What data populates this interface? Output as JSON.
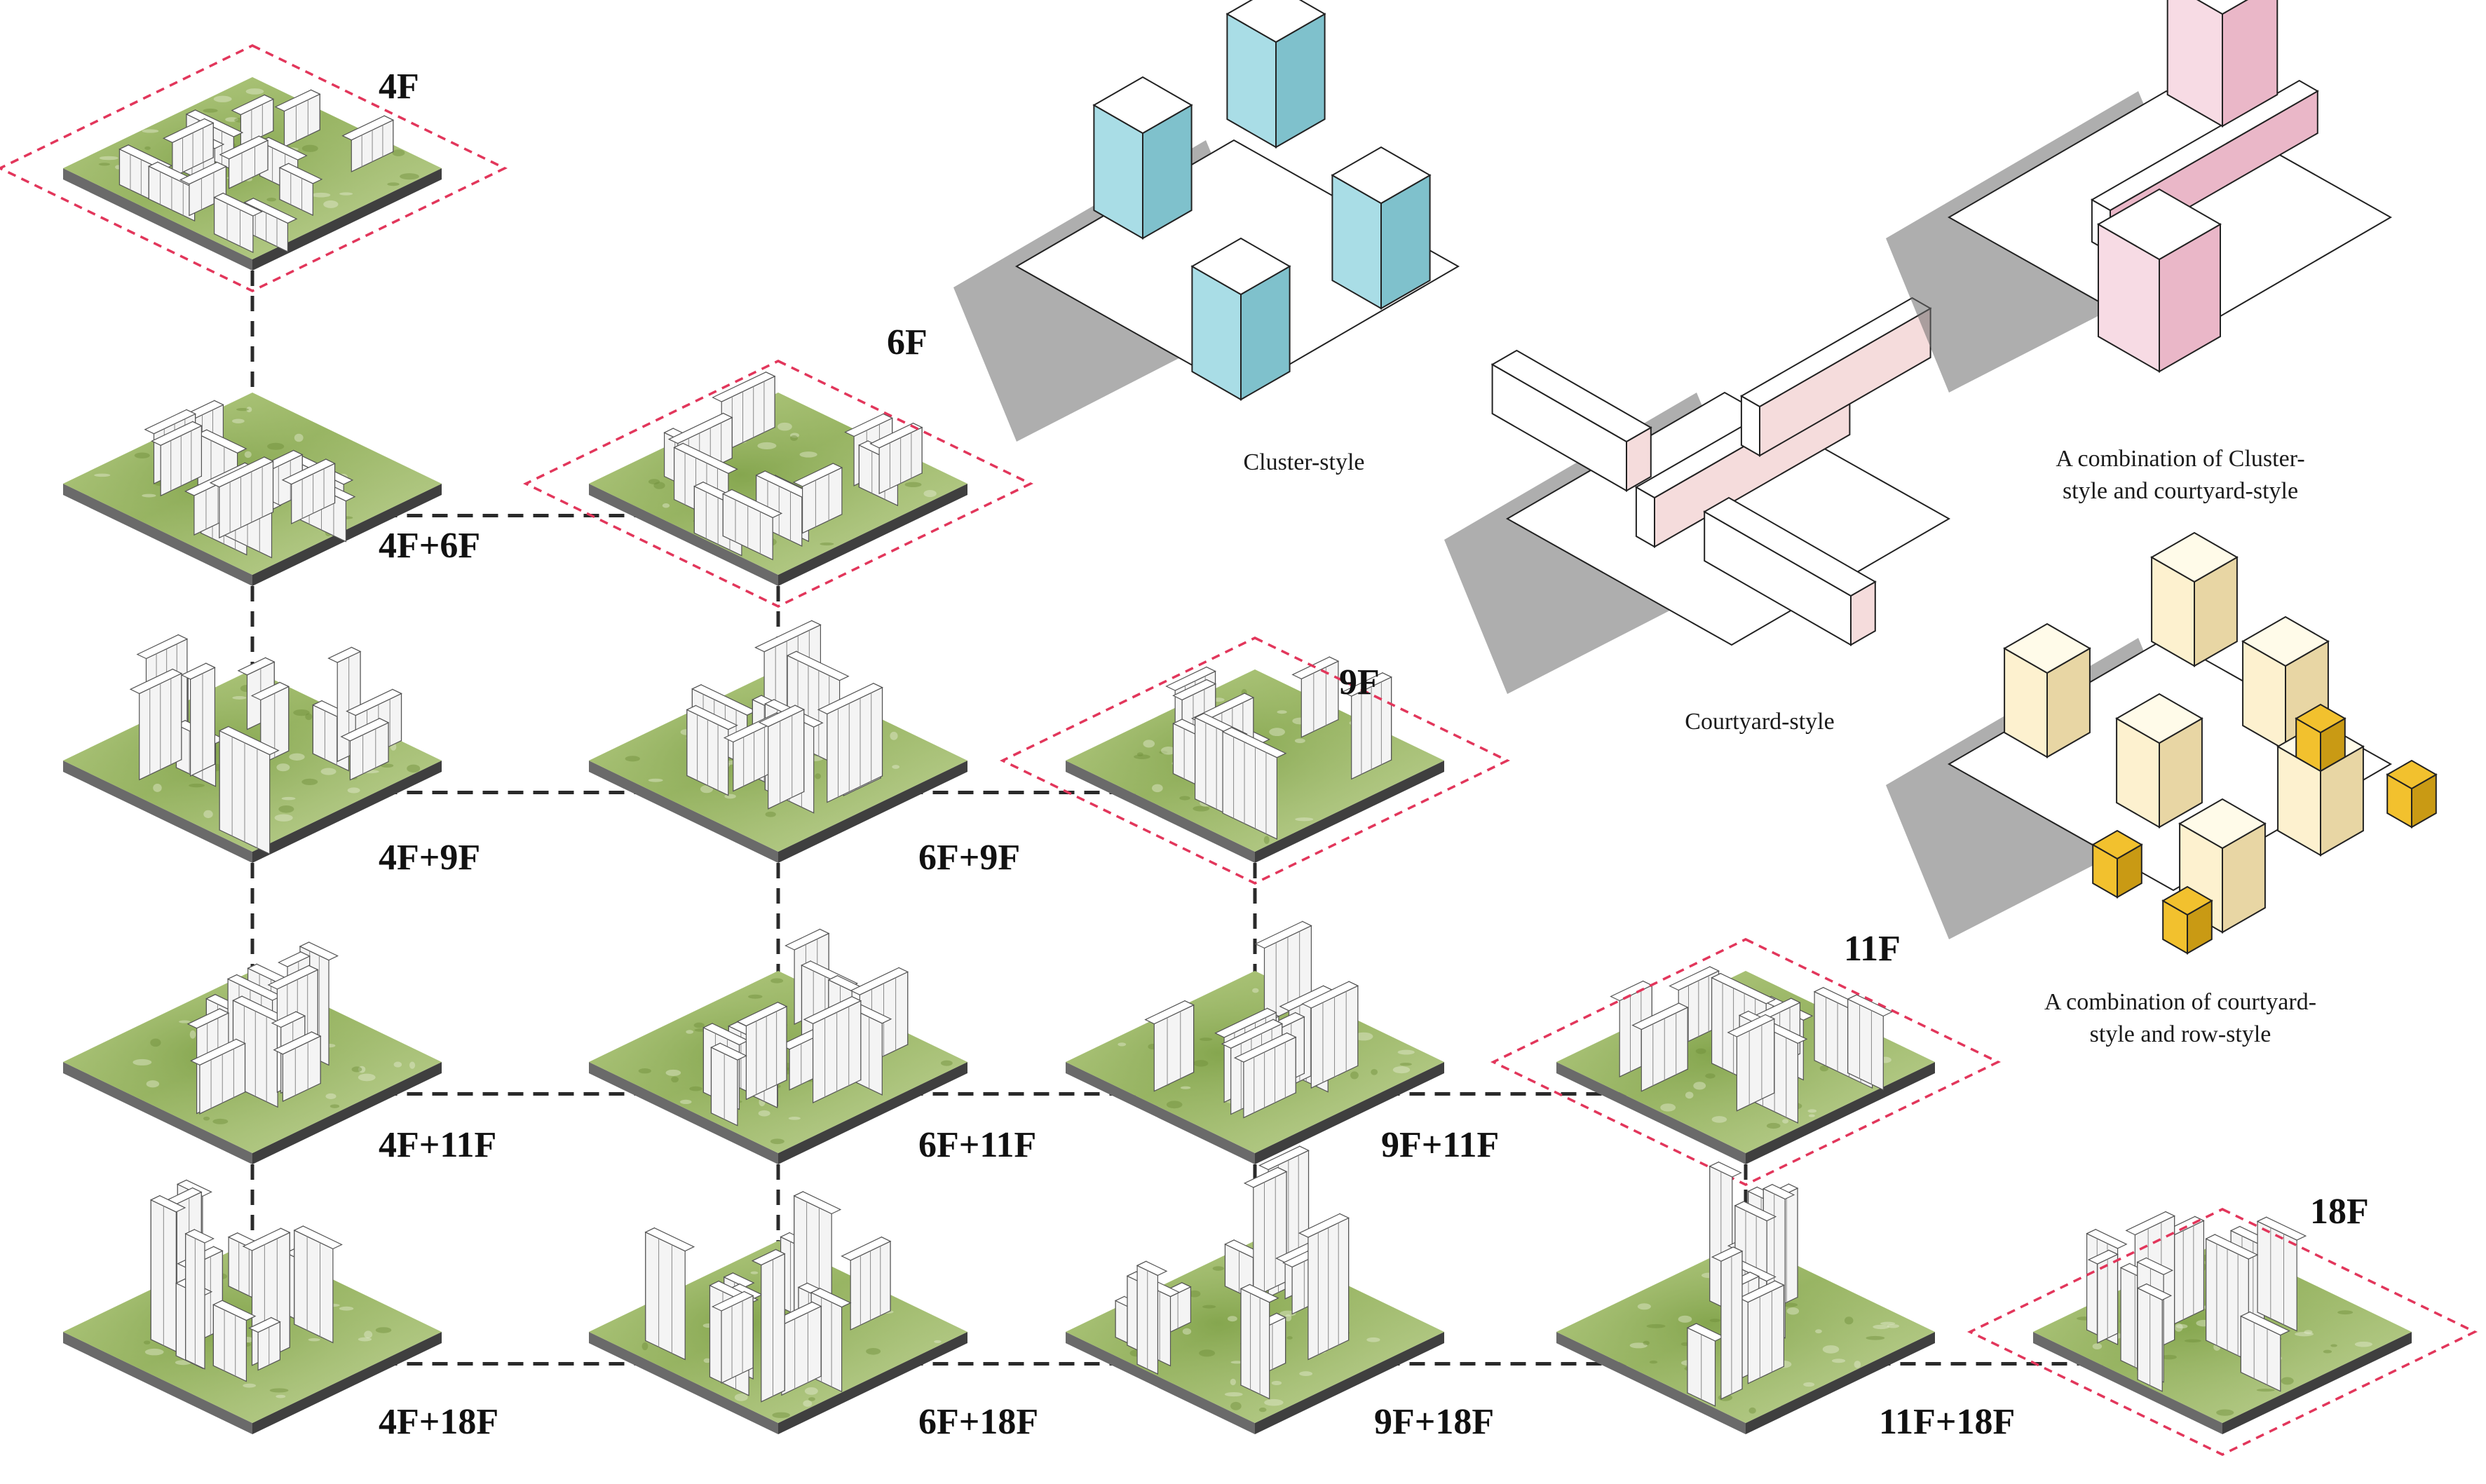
{
  "tiles": [
    {
      "label": "4F",
      "highlighted": true,
      "type": "row4",
      "density": "low"
    },
    {
      "label": "4F+6F",
      "highlighted": false,
      "type": "row",
      "density": "med"
    },
    {
      "label": "6F",
      "highlighted": true,
      "type": "row",
      "density": "med"
    },
    {
      "label": "4F+9F",
      "highlighted": false,
      "type": "mixed",
      "density": "med"
    },
    {
      "label": "6F+9F",
      "highlighted": false,
      "type": "courtyard",
      "density": "med"
    },
    {
      "label": "9F",
      "highlighted": true,
      "type": "courtyard",
      "density": "med"
    },
    {
      "label": "4F+11F",
      "highlighted": false,
      "type": "mixed",
      "density": "high"
    },
    {
      "label": "6F+11F",
      "highlighted": false,
      "type": "mixed",
      "density": "high"
    },
    {
      "label": "9F+11F",
      "highlighted": false,
      "type": "courtyard",
      "density": "high"
    },
    {
      "label": "11F",
      "highlighted": true,
      "type": "courtyard",
      "density": "high"
    },
    {
      "label": "4F+18F",
      "highlighted": false,
      "type": "tower",
      "density": "high"
    },
    {
      "label": "6F+18F",
      "highlighted": false,
      "type": "tower",
      "density": "high"
    },
    {
      "label": "9F+18F",
      "highlighted": false,
      "type": "tower",
      "density": "high"
    },
    {
      "label": "11F+18F",
      "highlighted": false,
      "type": "tower",
      "density": "high"
    },
    {
      "label": "18F",
      "highlighted": true,
      "type": "tower",
      "density": "high"
    }
  ],
  "styles": [
    {
      "caption_lines": [
        "Cluster-style"
      ],
      "color": "#a9dde6",
      "side_color": "#7fc1cc"
    },
    {
      "caption_lines": [
        "Courtyard-style"
      ],
      "color": "#ffffff",
      "side_color": "#f5dcdc"
    },
    {
      "caption_lines": [
        "A combination of Cluster-",
        "style and courtyard-style"
      ],
      "color": "#f7dbe4",
      "side_color": "#eab7c8"
    },
    {
      "caption_lines": [
        "A combination of courtyard-",
        "style and row-style"
      ],
      "color": "#fdf1cf",
      "side_color": "#e8d6a4"
    }
  ],
  "colors": {
    "ground": "#9ab863",
    "ground_edge": "#4a4a4a",
    "highlight": "#e2365b",
    "connector": "#2a2a2a",
    "accent_yellow": "#f2c12e"
  }
}
